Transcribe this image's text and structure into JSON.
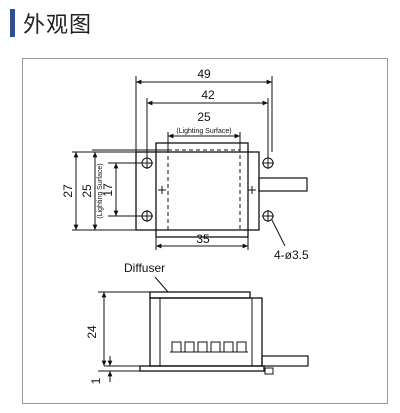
{
  "header": {
    "title": "外观图",
    "accent_color": "#2f4f8f"
  },
  "drawing": {
    "top_view": {
      "dim_overall_width": "49",
      "dim_hole_spacing_width": "42",
      "dim_lighting_width": "25",
      "dim_lighting_width_caption": "(Lighting Surface)",
      "dim_overall_height": "27",
      "dim_lighting_height": "25",
      "dim_lighting_height_caption": "(Lighting Surface)",
      "dim_hole_spacing_height": "17",
      "dim_body_width": "35",
      "hole_callout": "4-ø3.5"
    },
    "side_view": {
      "diffuser_label": "Diffuser",
      "dim_height": "24",
      "dim_base": "1"
    }
  }
}
